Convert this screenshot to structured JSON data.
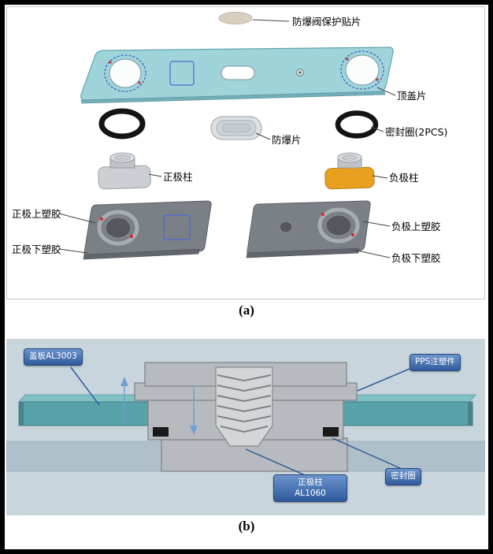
{
  "figure": {
    "captions": {
      "a": "(a)",
      "b": "(b)"
    }
  },
  "exploded_view": {
    "labels": {
      "protection_sticker": "防爆阀保护贴片",
      "top_cover": "顶盖片",
      "burst_disc": "防爆片",
      "seal_ring": "密封圈(2PCS)",
      "positive_pole": "正极柱",
      "negative_pole": "负极柱",
      "positive_upper_plastic": "正极上塑胶",
      "positive_lower_plastic": "正极下塑胶",
      "negative_upper_plastic": "负极上塑胶",
      "negative_lower_plastic": "负极下塑胶"
    }
  },
  "cross_section": {
    "callouts": {
      "cover_plate": "盖板AL3003",
      "pps_molding": "PPS注塑件",
      "positive_pole_line1": "正极柱",
      "positive_pole_line2": "AL1060",
      "seal_ring": "密封圈"
    }
  },
  "colors": {
    "top_cover_teal": "#9fd4da",
    "cover_plate_teal": "#58a2aa",
    "negative_pole_orange": "#e8a01e",
    "plastic_gray": "#7b8086",
    "pole_silver": "#ccd0d4",
    "metal_gray": "#b7bbbf",
    "section_bg": "#c9d5dc",
    "callout_blue": "#2f5a9b",
    "oring_black": "#141414",
    "marker_red": "#d42a2a"
  }
}
